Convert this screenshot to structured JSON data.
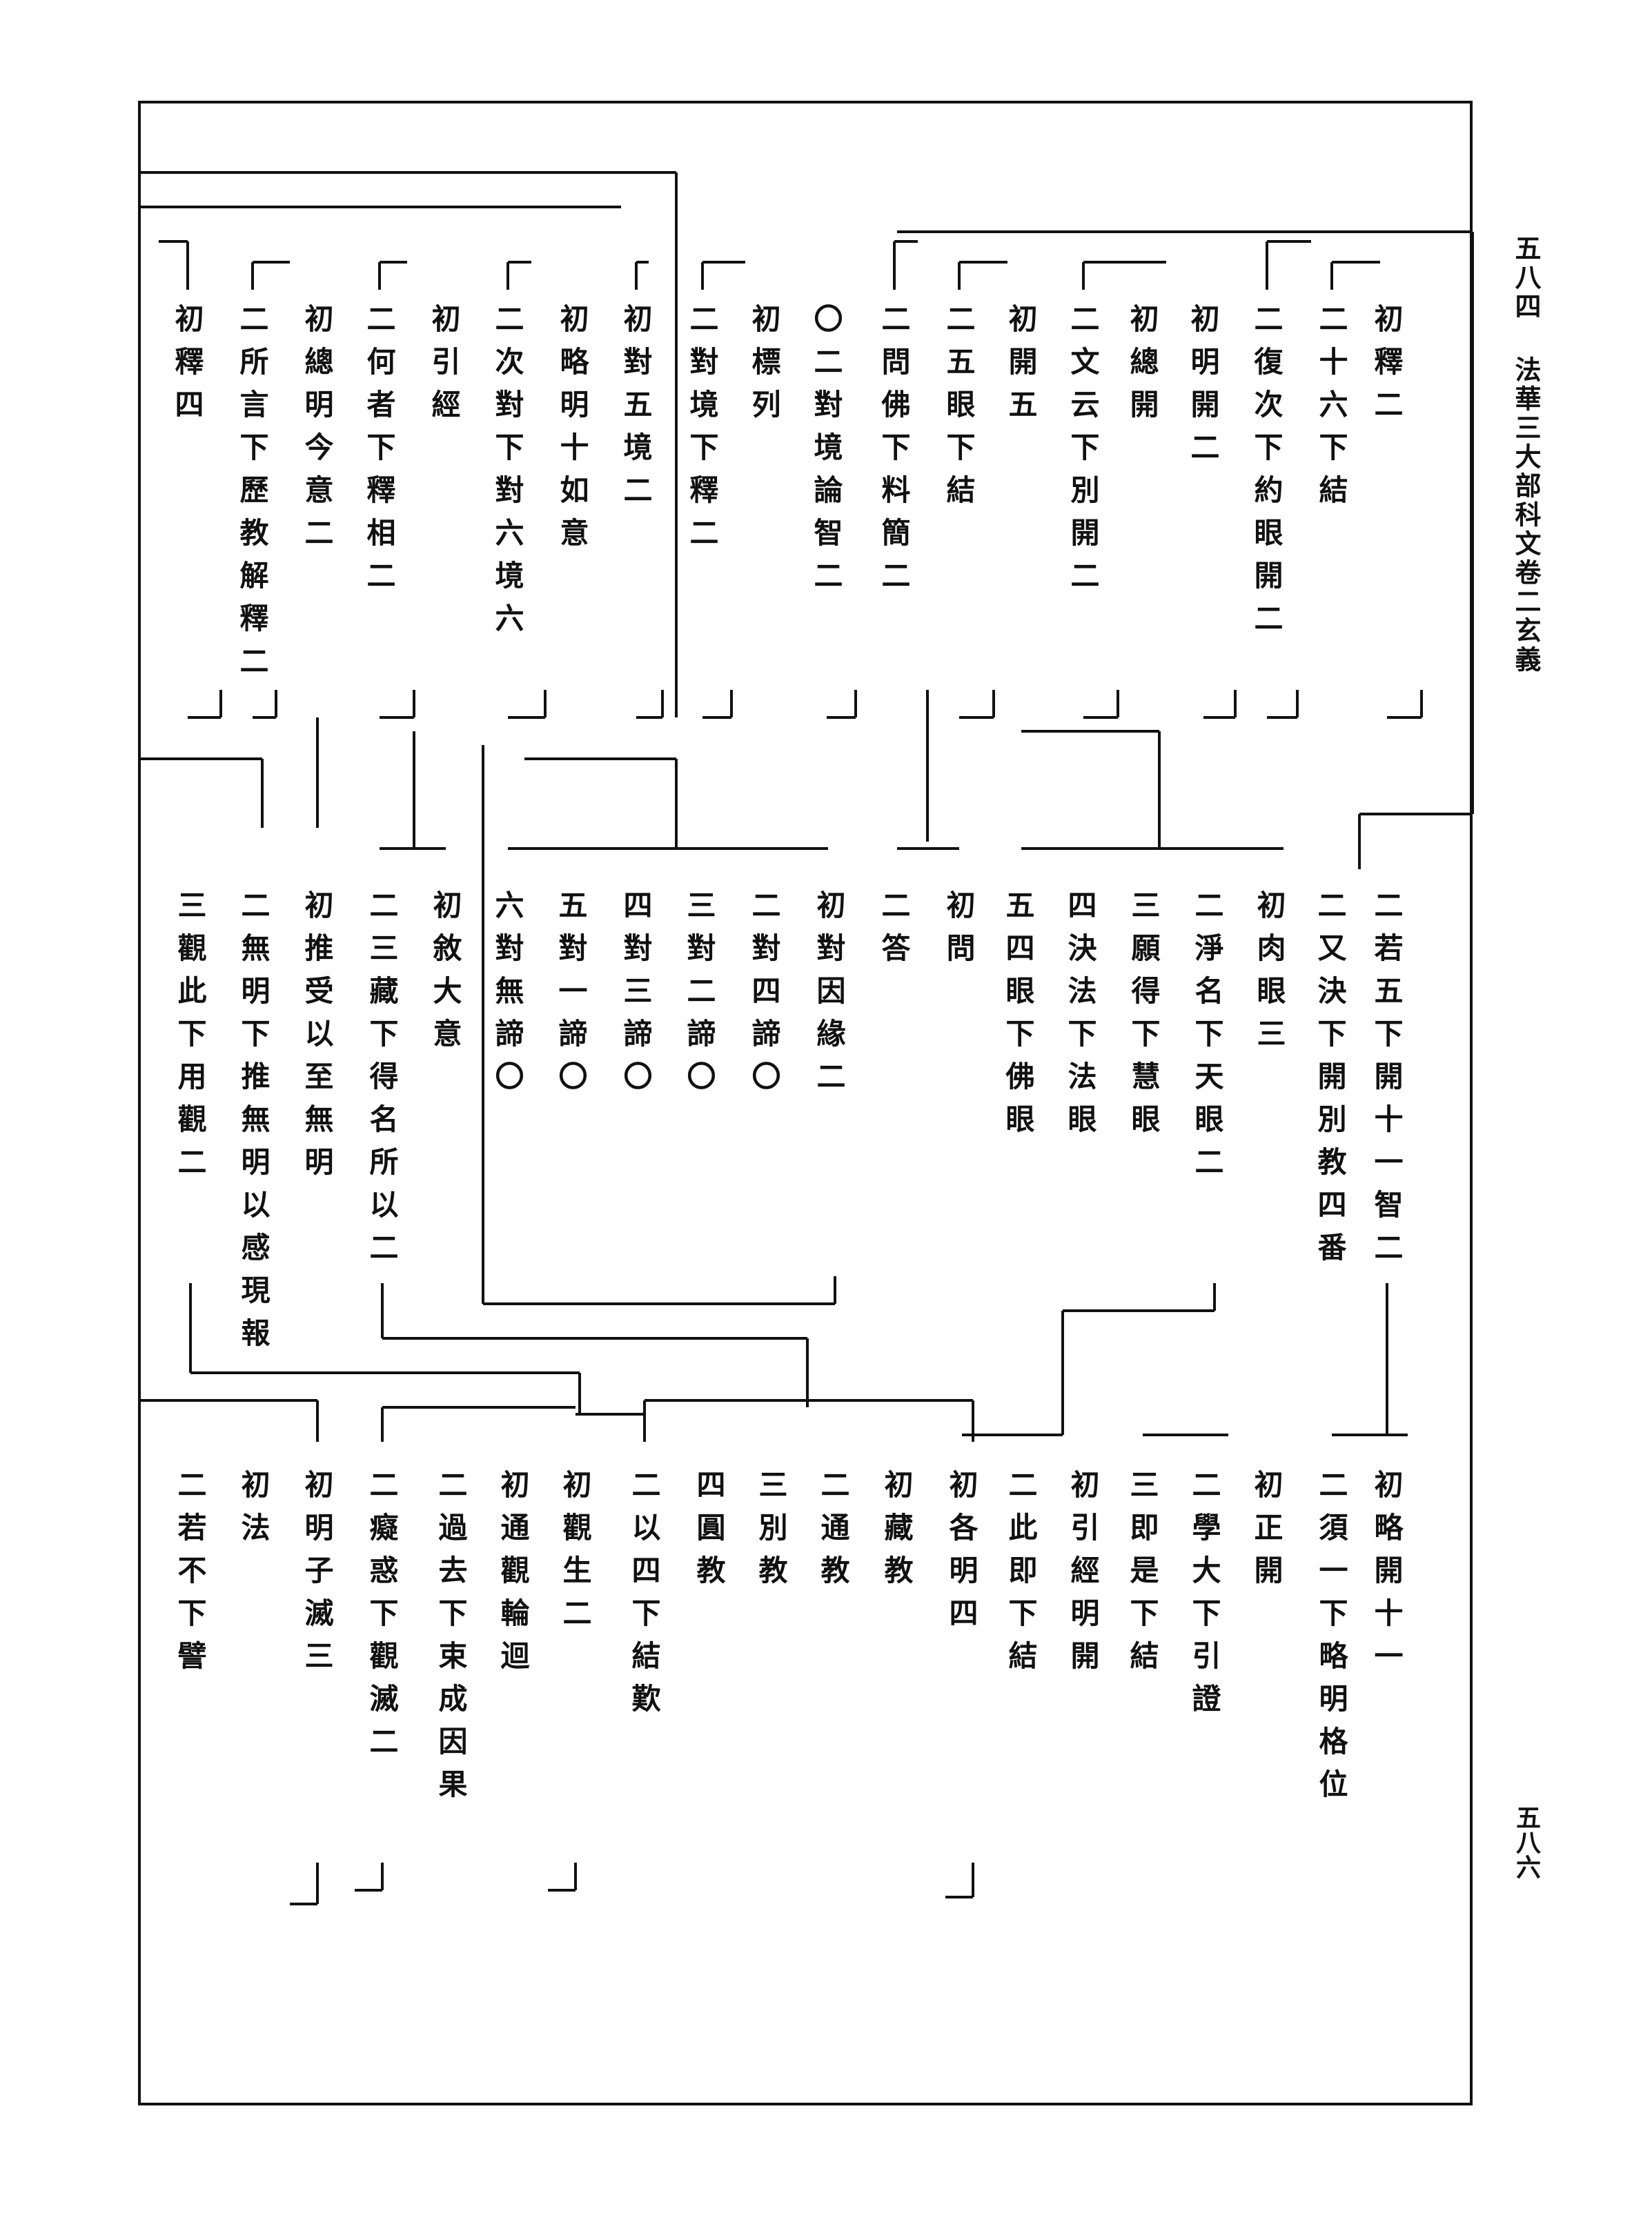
{
  "header": {
    "page_ref": "五八四",
    "book_title": "法華三大部科文卷二玄義"
  },
  "footer": {
    "page_number": "五八六"
  },
  "tiers": [
    {
      "name": "tier1",
      "columns": [
        "初釋二",
        "二十六下結",
        "二復次下約眼開二",
        "初明開二",
        "初總開",
        "二文云下別開二",
        "初開五",
        "二五眼下結",
        "二問佛下料簡二",
        "〇二對境論智二",
        "初標列",
        "二對境下釋二",
        "初對五境二",
        "初略明十如意",
        "二次對下對六境六",
        "初引經",
        "二何者下釋相二",
        "初總明今意二",
        "二所言下歷教解釋二",
        "初釋四"
      ]
    },
    {
      "name": "tier2",
      "columns": [
        "二若五下開十一智二",
        "二又決下開別教四番",
        "初肉眼三",
        "二淨名下天眼二",
        "三願得下慧眼",
        "四決法下法眼",
        "五四眼下佛眼",
        "初問",
        "二答",
        "初對因緣二",
        "二對四諦〇",
        "三對二諦〇",
        "四對三諦〇",
        "五對一諦〇",
        "六對無諦〇",
        "初敘大意",
        "二三藏下得名所以二",
        "初推受以至無明",
        "二無明下推無明以感現報",
        "三觀此下用觀二"
      ]
    },
    {
      "name": "tier3",
      "columns": [
        "初略開十一",
        "二須一下略明格位",
        "初正開",
        "二學大下引證",
        "三即是下結",
        "初引經明開",
        "二此即下結",
        "初各明四",
        "初藏教",
        "二通教",
        "三別教",
        "四圓教",
        "二以四下結歎",
        "初觀生二",
        "初通觀輪迴",
        "二過去下束成因果",
        "二癡惑下觀滅二",
        "初明子滅三",
        "初法",
        "二若不下譬"
      ]
    }
  ]
}
